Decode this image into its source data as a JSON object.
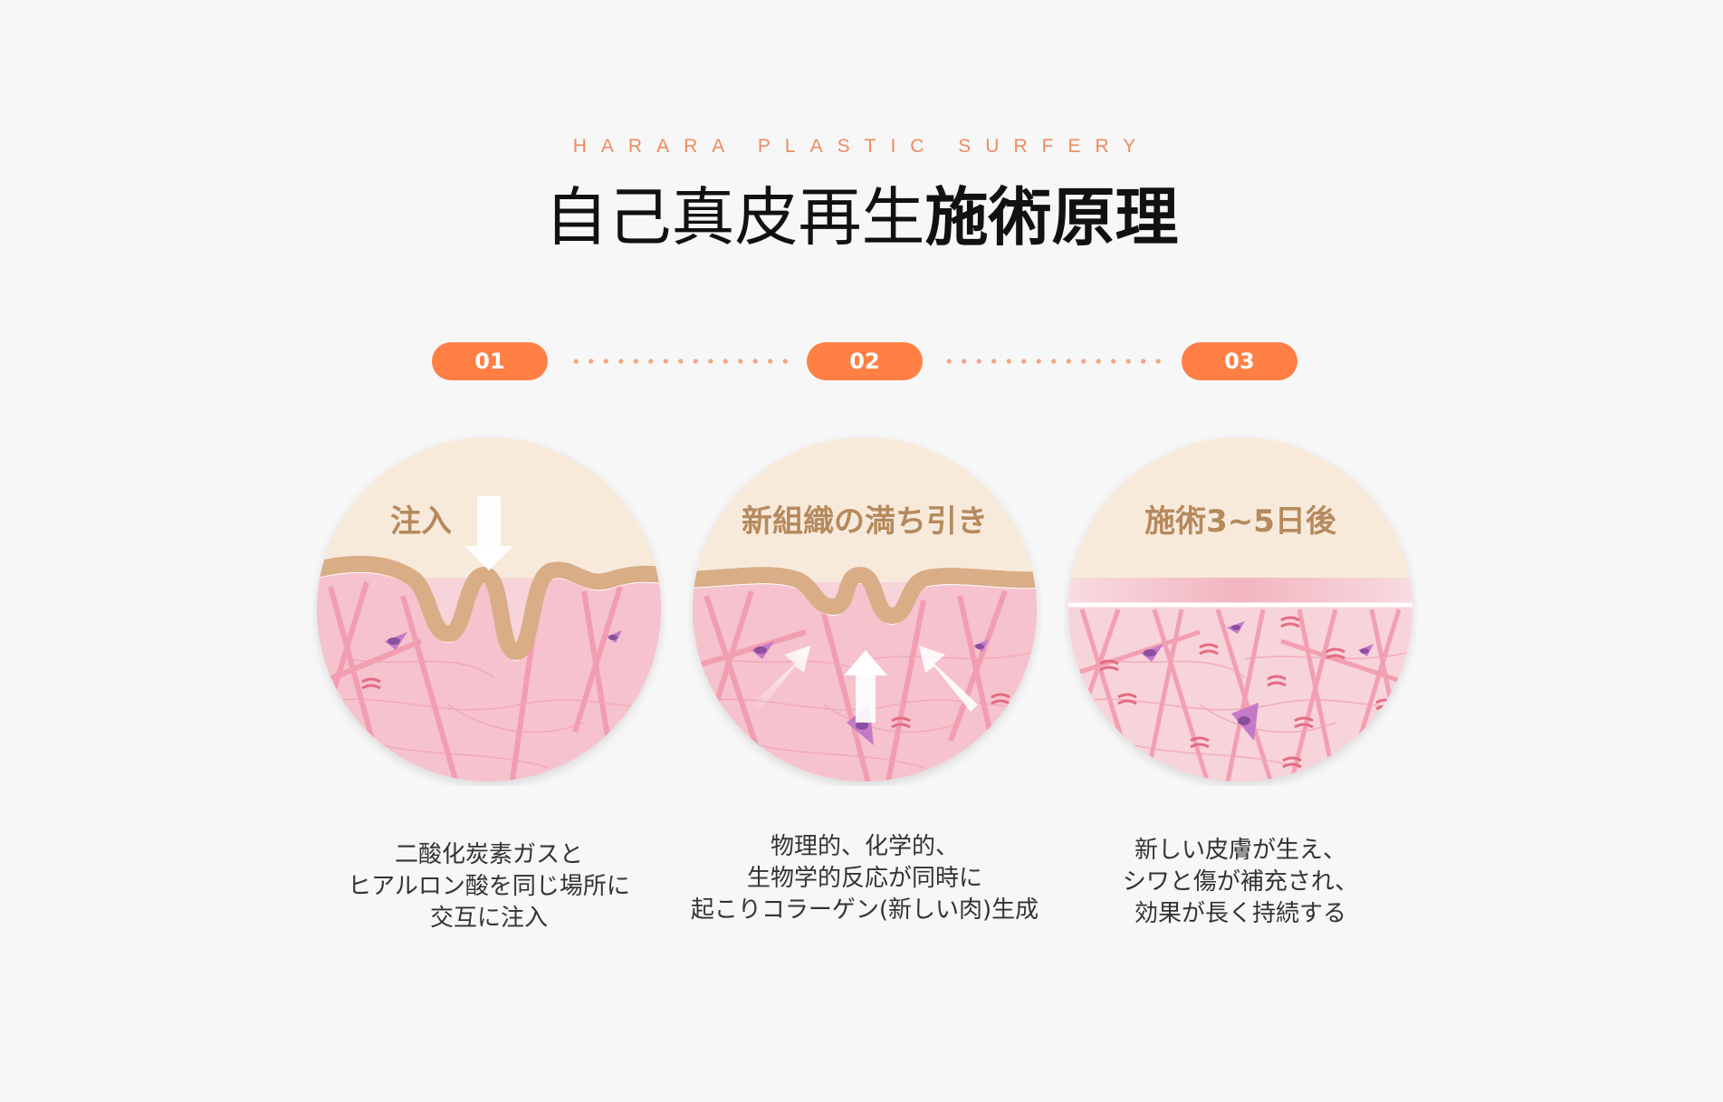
{
  "header": {
    "eyebrow": "HARARA PLASTIC SURFERY",
    "title_light": "自己真皮再生",
    "title_bold": "施術原理"
  },
  "steps": [
    {
      "number": "01",
      "circle_label": "注入",
      "description": [
        "二酸化炭素ガスと",
        "ヒアルロン酸を同じ場所に",
        "交互に注入"
      ]
    },
    {
      "number": "02",
      "circle_label": "新組織の満ち引き",
      "description": [
        "物理的、化学的、",
        "生物学的反応が同時に",
        "起こりコラーゲン(新しい肉)生成"
      ]
    },
    {
      "number": "03",
      "circle_label": "施術3~5日後",
      "description": [
        "新しい皮膚が生え、",
        "シワと傷が補充され、",
        "効果が長く持続する"
      ]
    }
  ],
  "colors": {
    "accent": "#ff7f45",
    "eyebrow": "#f08a5d",
    "label": "#b58a5d",
    "skin_top": "#f8eadb",
    "dermis": "#f7d3da",
    "fiber": "#f29aae"
  }
}
